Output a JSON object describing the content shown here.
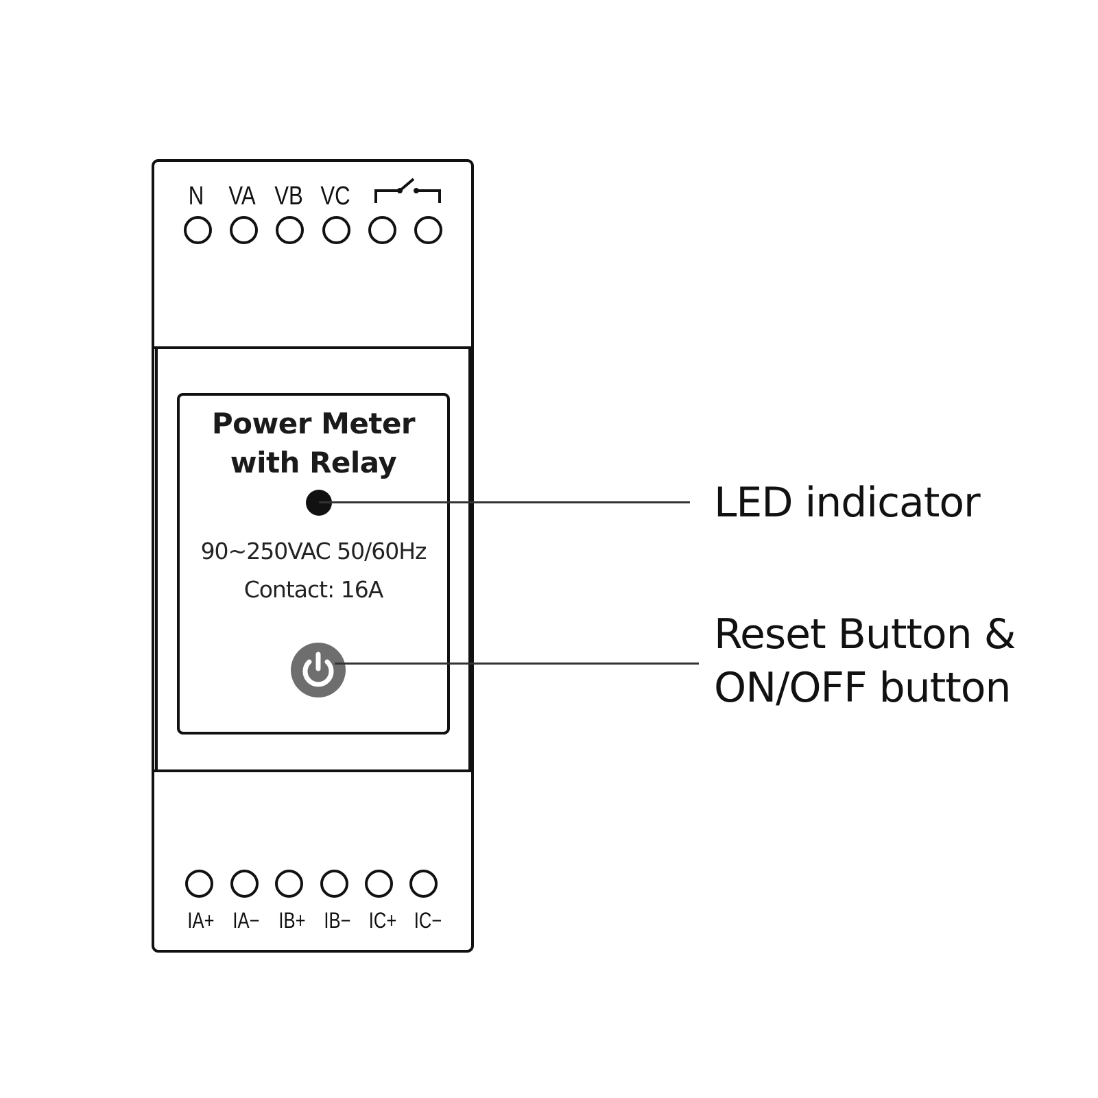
{
  "device": {
    "title_line1": "Power Meter",
    "title_line2": "with Relay",
    "spec_voltage": "90~250VAC 50/60Hz",
    "spec_contact": "Contact: 16A"
  },
  "top_terminals": [
    {
      "label": "N"
    },
    {
      "label": "VA"
    },
    {
      "label": "VB"
    },
    {
      "label": "VC"
    },
    {
      "label": "",
      "icon": "relay-switch-icon"
    },
    {
      "label": ""
    }
  ],
  "bottom_terminals": [
    {
      "label": "IA+"
    },
    {
      "label": "IA−"
    },
    {
      "label": "IB+"
    },
    {
      "label": "IB−"
    },
    {
      "label": "IC+"
    },
    {
      "label": "IC−"
    }
  ],
  "callouts": {
    "led": "LED indicator",
    "reset_line1": "Reset Button &",
    "reset_line2": "ON/OFF button"
  },
  "icons": {
    "led": "led-indicator-icon",
    "power": "power-icon",
    "relay": "relay-switch-icon"
  },
  "colors": {
    "outline": "#111111",
    "power_button": "#6e6e6e",
    "background": "#ffffff"
  }
}
